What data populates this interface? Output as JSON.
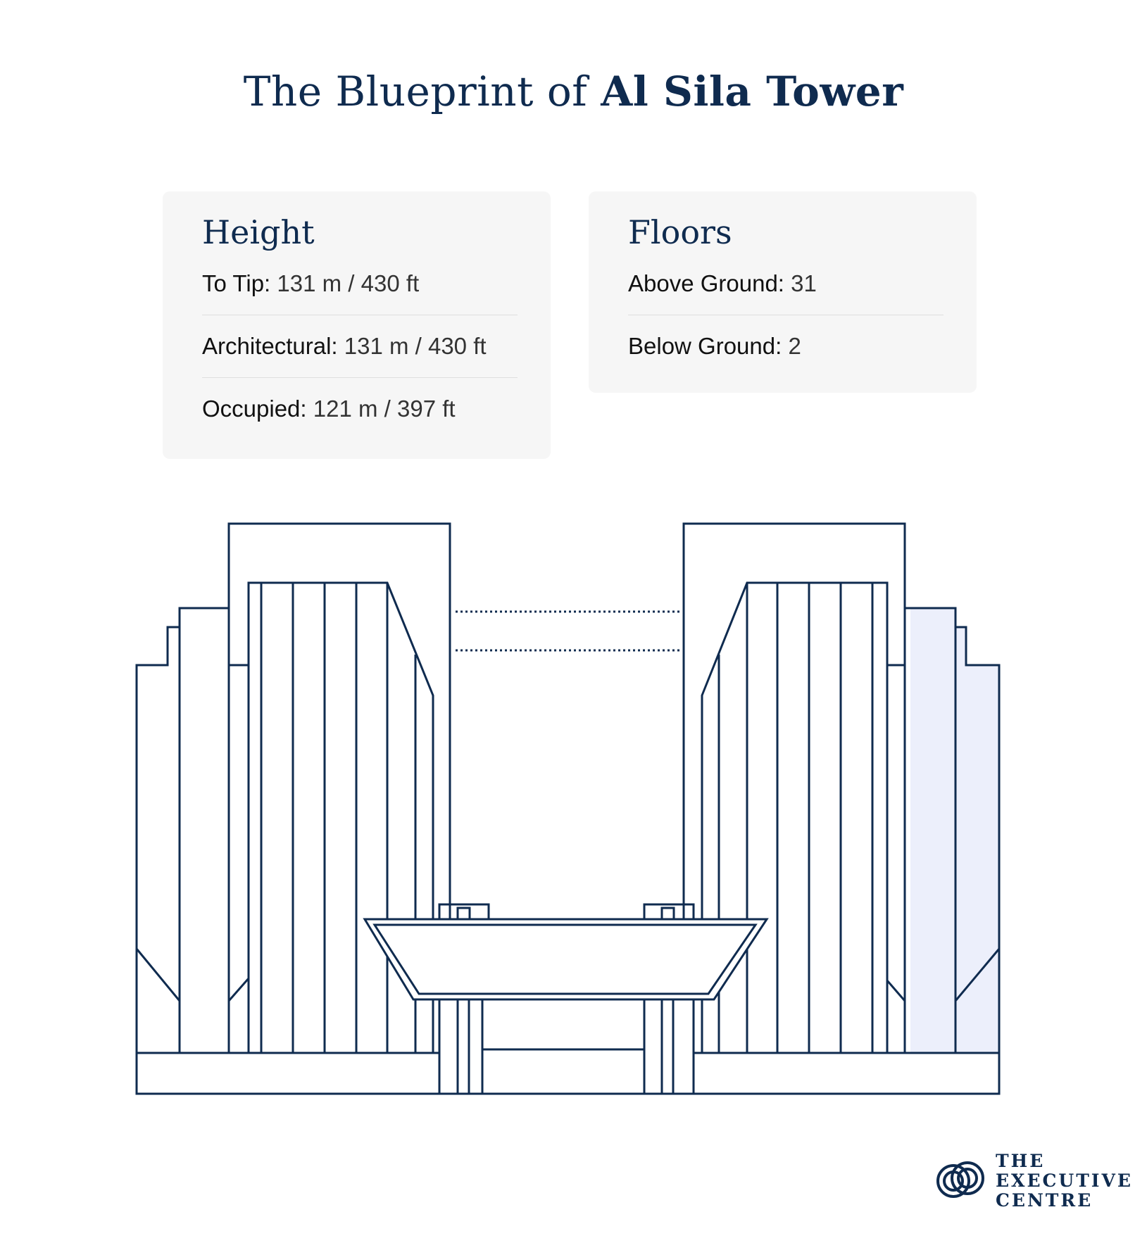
{
  "title": {
    "regular": "The Blueprint of",
    "bold": "Al Sila Tower"
  },
  "height_card": {
    "heading": "Height",
    "rows": [
      {
        "label": "To Tip:",
        "value": "131 m / 430 ft"
      },
      {
        "label": "Architectural:",
        "value": "131 m / 430 ft"
      },
      {
        "label": "Occupied:",
        "value": "121 m / 397 ft"
      }
    ]
  },
  "floors_card": {
    "heading": "Floors",
    "rows": [
      {
        "label": "Above Ground:",
        "value": "31"
      },
      {
        "label": "Below Ground:",
        "value": "2"
      }
    ]
  },
  "diagram": {
    "stroke_color": "#0f2b4f",
    "highlight_color": "#eceffb"
  },
  "logo": {
    "line1": "THE",
    "line2": "EXECUTIVE",
    "line3": "CENTRE",
    "icon": "interlocking-knot-icon"
  }
}
